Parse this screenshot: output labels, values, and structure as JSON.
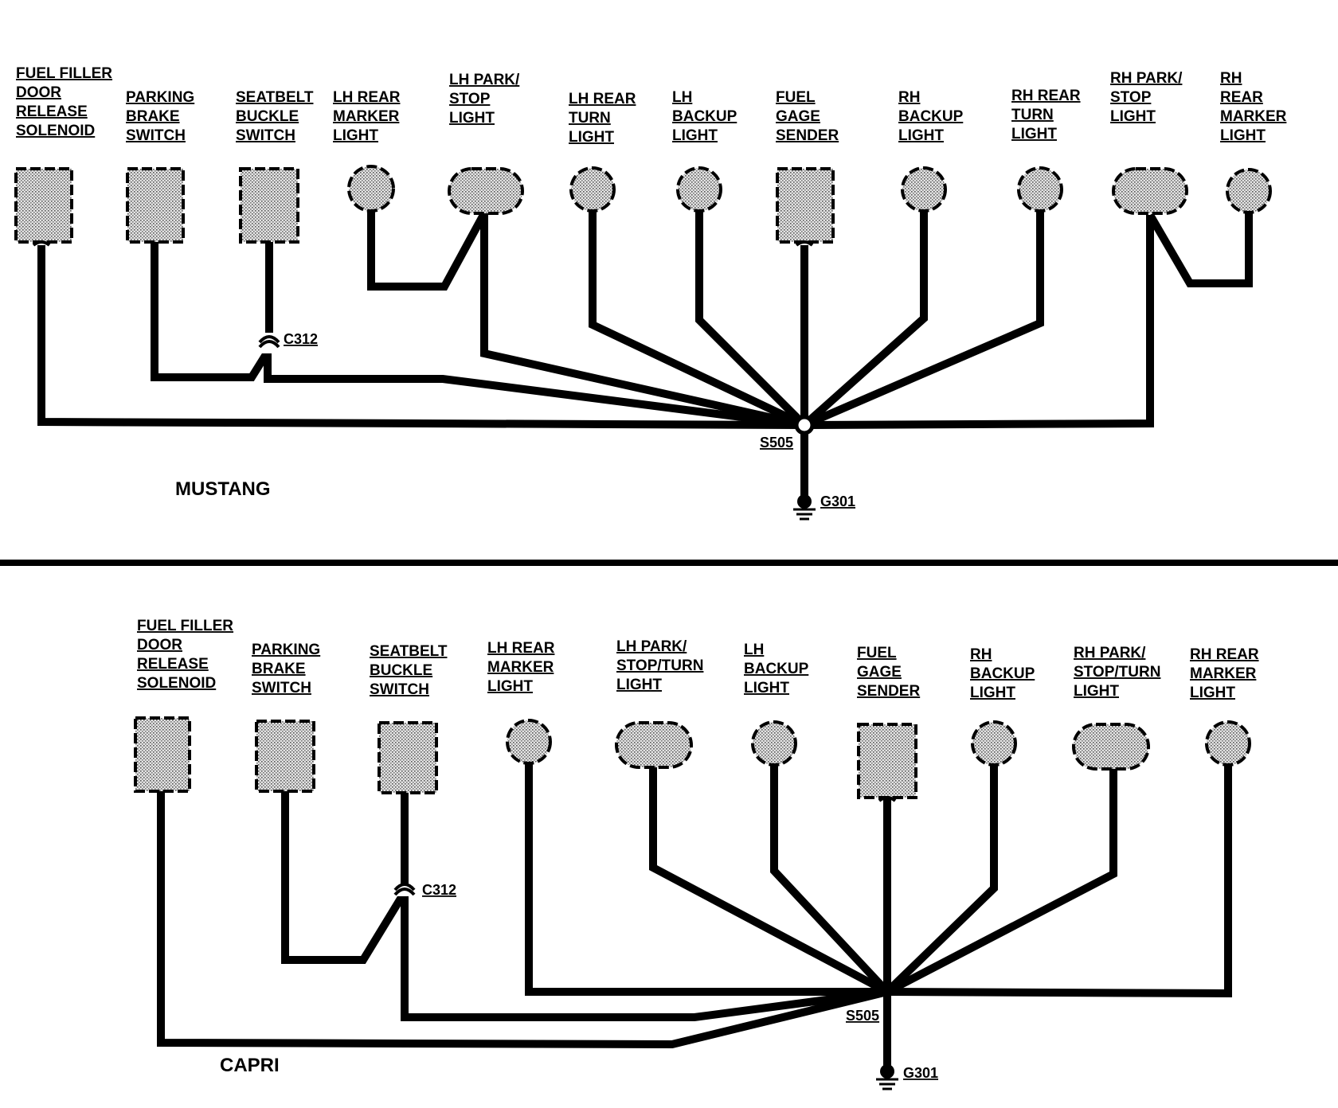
{
  "mustang": {
    "title": "MUSTANG",
    "components": [
      {
        "id": "fuel-filler-door-release-solenoid",
        "lines": [
          "FUEL FILLER",
          "DOOR",
          "RELEASE",
          "SOLENOID"
        ]
      },
      {
        "id": "parking-brake-switch",
        "lines": [
          "PARKING",
          "BRAKE",
          "SWITCH"
        ]
      },
      {
        "id": "seatbelt-buckle-switch",
        "lines": [
          "SEATBELT",
          "BUCKLE",
          "SWITCH"
        ]
      },
      {
        "id": "lh-rear-marker-light",
        "lines": [
          "LH REAR",
          "MARKER",
          "LIGHT"
        ]
      },
      {
        "id": "lh-park-stop-light",
        "lines": [
          "LH PARK/",
          "STOP",
          "LIGHT"
        ]
      },
      {
        "id": "lh-rear-turn-light",
        "lines": [
          "LH REAR",
          "TURN",
          "LIGHT"
        ]
      },
      {
        "id": "lh-backup-light",
        "lines": [
          "LH",
          "BACKUP",
          "LIGHT"
        ]
      },
      {
        "id": "fuel-gage-sender",
        "lines": [
          "FUEL",
          "GAGE",
          "SENDER"
        ]
      },
      {
        "id": "rh-backup-light",
        "lines": [
          "RH",
          "BACKUP",
          "LIGHT"
        ]
      },
      {
        "id": "rh-rear-turn-light",
        "lines": [
          "RH REAR",
          "TURN",
          "LIGHT"
        ]
      },
      {
        "id": "rh-park-stop-light",
        "lines": [
          "RH PARK/",
          "STOP",
          "LIGHT"
        ]
      },
      {
        "id": "rh-rear-marker-light",
        "lines": [
          "RH",
          "REAR",
          "MARKER",
          "LIGHT"
        ]
      }
    ],
    "connector": "C312",
    "splice": "S505",
    "ground": "G301"
  },
  "capri": {
    "title": "CAPRI",
    "components": [
      {
        "id": "fuel-filler-door-release-solenoid",
        "lines": [
          "FUEL FILLER",
          "DOOR",
          "RELEASE",
          "SOLENOID"
        ]
      },
      {
        "id": "parking-brake-switch",
        "lines": [
          "PARKING",
          "BRAKE",
          "SWITCH"
        ]
      },
      {
        "id": "seatbelt-buckle-switch",
        "lines": [
          "SEATBELT",
          "BUCKLE",
          "SWITCH"
        ]
      },
      {
        "id": "lh-rear-marker-light",
        "lines": [
          "LH REAR",
          "MARKER",
          "LIGHT"
        ]
      },
      {
        "id": "lh-park-stop-turn-light",
        "lines": [
          "LH PARK/",
          "STOP/TURN",
          "LIGHT"
        ]
      },
      {
        "id": "lh-backup-light",
        "lines": [
          "LH",
          "BACKUP",
          "LIGHT"
        ]
      },
      {
        "id": "fuel-gage-sender",
        "lines": [
          "FUEL",
          "GAGE",
          "SENDER"
        ]
      },
      {
        "id": "rh-backup-light",
        "lines": [
          "RH",
          "BACKUP",
          "LIGHT"
        ]
      },
      {
        "id": "rh-park-stop-turn-light",
        "lines": [
          "RH PARK/",
          "STOP/TURN",
          "LIGHT"
        ]
      },
      {
        "id": "rh-rear-marker-light",
        "lines": [
          "RH REAR",
          "MARKER",
          "LIGHT"
        ]
      }
    ],
    "connector": "C312",
    "splice": "S505",
    "ground": "G301"
  }
}
